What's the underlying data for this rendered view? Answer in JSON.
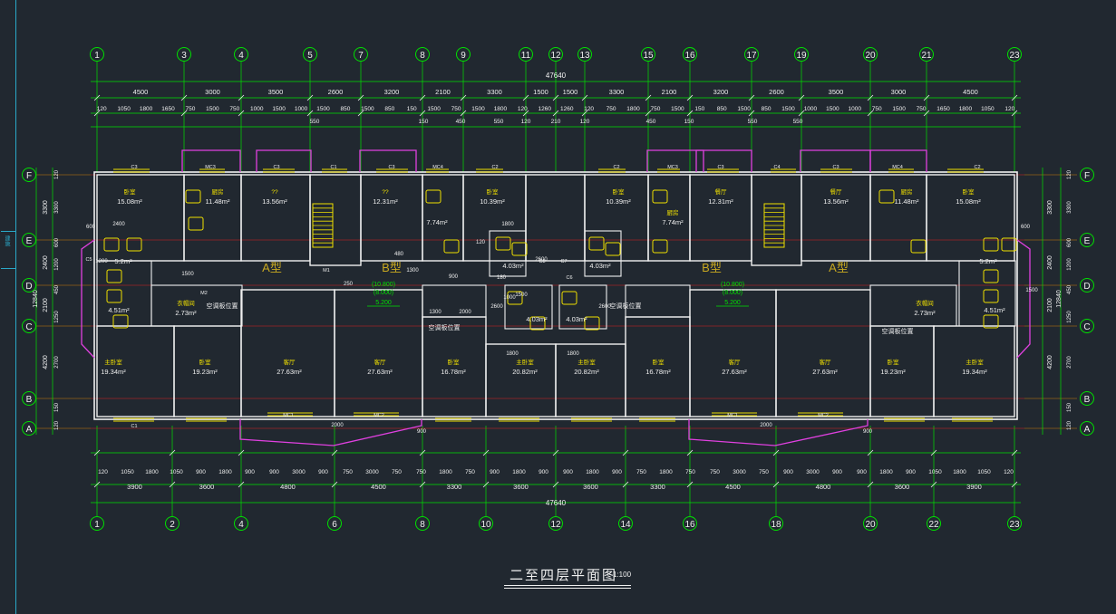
{
  "drawing": {
    "title": "二至四层平面图",
    "scale": "1:100",
    "sidebar_text": "建施"
  },
  "colors": {
    "background": "#212830",
    "axis": "#00e000",
    "wall": "#f0f0f0",
    "red_line": "#e02020",
    "magenta": "#e040e0",
    "yellow": "#f0e000",
    "cyan": "#2aa8c8",
    "text": "#e8e8e8"
  },
  "axes_top": [
    "1",
    "3",
    "4",
    "5",
    "7",
    "8",
    "9",
    "11",
    "12",
    "13",
    "15",
    "16",
    "17",
    "19",
    "20",
    "21",
    "23"
  ],
  "axes_bottom": [
    "1",
    "2",
    "4",
    "6",
    "8",
    "10",
    "12",
    "14",
    "16",
    "18",
    "20",
    "22",
    "23"
  ],
  "axes_side": [
    "F",
    "E",
    "D",
    "C",
    "B",
    "A"
  ],
  "dims": {
    "total": "47640",
    "top_row1": [
      "4500",
      "3000",
      "3500",
      "2600",
      "3200",
      "2100",
      "3300",
      "1500",
      "1500",
      "3300",
      "2100",
      "3200",
      "2600",
      "3500",
      "3000",
      "4500"
    ],
    "top_row2": [
      "120",
      "1050",
      "1800",
      "1650",
      "750",
      "1500",
      "750",
      "1000",
      "1500",
      "1000",
      "1500",
      "850",
      "1500",
      "850",
      "150",
      "1500",
      "750",
      "1500",
      "1800",
      "120",
      "1260",
      "1260",
      "120",
      "750",
      "1800",
      "750",
      "1500",
      "150",
      "850",
      "1500",
      "850",
      "1500",
      "1000",
      "1500",
      "1000",
      "750",
      "1500",
      "750",
      "1650",
      "1800",
      "1050",
      "120"
    ],
    "top_row3": [
      "550",
      "550",
      "150",
      "450",
      "120",
      "210",
      "120",
      "450",
      "150",
      "550",
      "550"
    ],
    "bottom_row1": [
      "120",
      "1050",
      "1800",
      "1050",
      "900",
      "1800",
      "900",
      "900",
      "3000",
      "900",
      "750",
      "3000",
      "750",
      "750",
      "1800",
      "750",
      "900",
      "1800",
      "900",
      "900",
      "1800",
      "900",
      "750",
      "1800",
      "750",
      "750",
      "3000",
      "750",
      "900",
      "3000",
      "900",
      "900",
      "1800",
      "900",
      "1050",
      "1800",
      "1050",
      "120"
    ],
    "bottom_row2": [
      "3900",
      "3600",
      "4800",
      "4500",
      "3300",
      "3600",
      "3600",
      "3300",
      "4500",
      "4800",
      "3600",
      "3900"
    ],
    "left_outer": "12840",
    "left_mid": [
      "3300",
      "2400",
      "2100",
      "4200"
    ],
    "left_inner": [
      "120",
      "3300",
      "600",
      "1200",
      "450",
      "1250",
      "2700",
      "150",
      "120"
    ],
    "right_outer": "12840",
    "right_mid": [
      "3300",
      "2400",
      "2100",
      "4200"
    ],
    "right_inner": [
      "120",
      "3300",
      "600",
      "1200",
      "450",
      "1250",
      "2700",
      "150",
      "120"
    ]
  },
  "rooms": [
    {
      "name": "卧室",
      "area": "15.08m²"
    },
    {
      "name": "厨房",
      "area": "11.48m²"
    },
    {
      "name": "??",
      "area": "13.56m²"
    },
    {
      "name": "??",
      "area": "12.31m²"
    },
    {
      "name": "",
      "area": "7.74m²"
    },
    {
      "name": "卧室",
      "area": "10.39m²"
    },
    {
      "name": "卧室",
      "area": "10.39m²"
    },
    {
      "name": "厨房",
      "area": "7.74m²"
    },
    {
      "name": "餐厅",
      "area": "12.31m²"
    },
    {
      "name": "餐厅",
      "area": "13.56m²"
    },
    {
      "name": "厨房",
      "area": "11.48m²"
    },
    {
      "name": "卧室",
      "area": "15.08m²"
    },
    {
      "name": "",
      "area": "5.2m²"
    },
    {
      "name": "",
      "area": "5.2m²"
    },
    {
      "name": "",
      "area": "4.03m²"
    },
    {
      "name": "",
      "area": "4.03m²"
    },
    {
      "name": "",
      "area": "4.03m²"
    },
    {
      "name": "",
      "area": "4.03m²"
    },
    {
      "name": "",
      "area": "4.51m²"
    },
    {
      "name": "衣帽间",
      "area": "2.73m²"
    },
    {
      "name": "衣帽间",
      "area": "2.73m²"
    },
    {
      "name": "",
      "area": "4.51m²"
    },
    {
      "name": "主卧室",
      "area": "19.34m²"
    },
    {
      "name": "卧室",
      "area": "19.23m²"
    },
    {
      "name": "客厅",
      "area": "27.63m²"
    },
    {
      "name": "客厅",
      "area": "27.63m²"
    },
    {
      "name": "卧室",
      "area": "16.78m²"
    },
    {
      "name": "主卧室",
      "area": "20.82m²"
    },
    {
      "name": "主卧室",
      "area": "20.82m²"
    },
    {
      "name": "卧室",
      "area": "16.78m²"
    },
    {
      "name": "客厅",
      "area": "27.63m²"
    },
    {
      "name": "客厅",
      "area": "27.63m²"
    },
    {
      "name": "卧室",
      "area": "19.23m²"
    },
    {
      "name": "主卧室",
      "area": "19.34m²"
    }
  ],
  "unit_types": [
    "A型",
    "B型",
    "B型",
    "A型"
  ],
  "elevations": [
    {
      "l1": "(10.800)",
      "l2": "(8.000)",
      "l3": "5.200"
    },
    {
      "l1": "(10.800)",
      "l2": "(8.000)",
      "l3": "5.200"
    }
  ],
  "notes": [
    "空调板位置",
    "空调板位置",
    "空调板位置",
    "空调板位置"
  ],
  "windows": [
    "C3",
    "MC3",
    "C3",
    "C1",
    "C3",
    "MC4",
    "C2",
    "C2",
    "MC3",
    "C3",
    "C4",
    "C3",
    "MC4",
    "C2",
    "MC1",
    "MC2",
    "MC1",
    "MC2",
    "C1",
    "C5",
    "C6",
    "C7",
    "C8",
    "M1",
    "M2"
  ],
  "misc_dims": [
    "2400",
    "1500",
    "1800",
    "900",
    "2000",
    "1300",
    "1800",
    "1800",
    "120",
    "1500",
    "600",
    "1500",
    "600",
    "1200",
    "480",
    "1300",
    "2600",
    "2600",
    "2600",
    "2000",
    "2000",
    "900",
    "900",
    "250",
    "180",
    "1000"
  ]
}
